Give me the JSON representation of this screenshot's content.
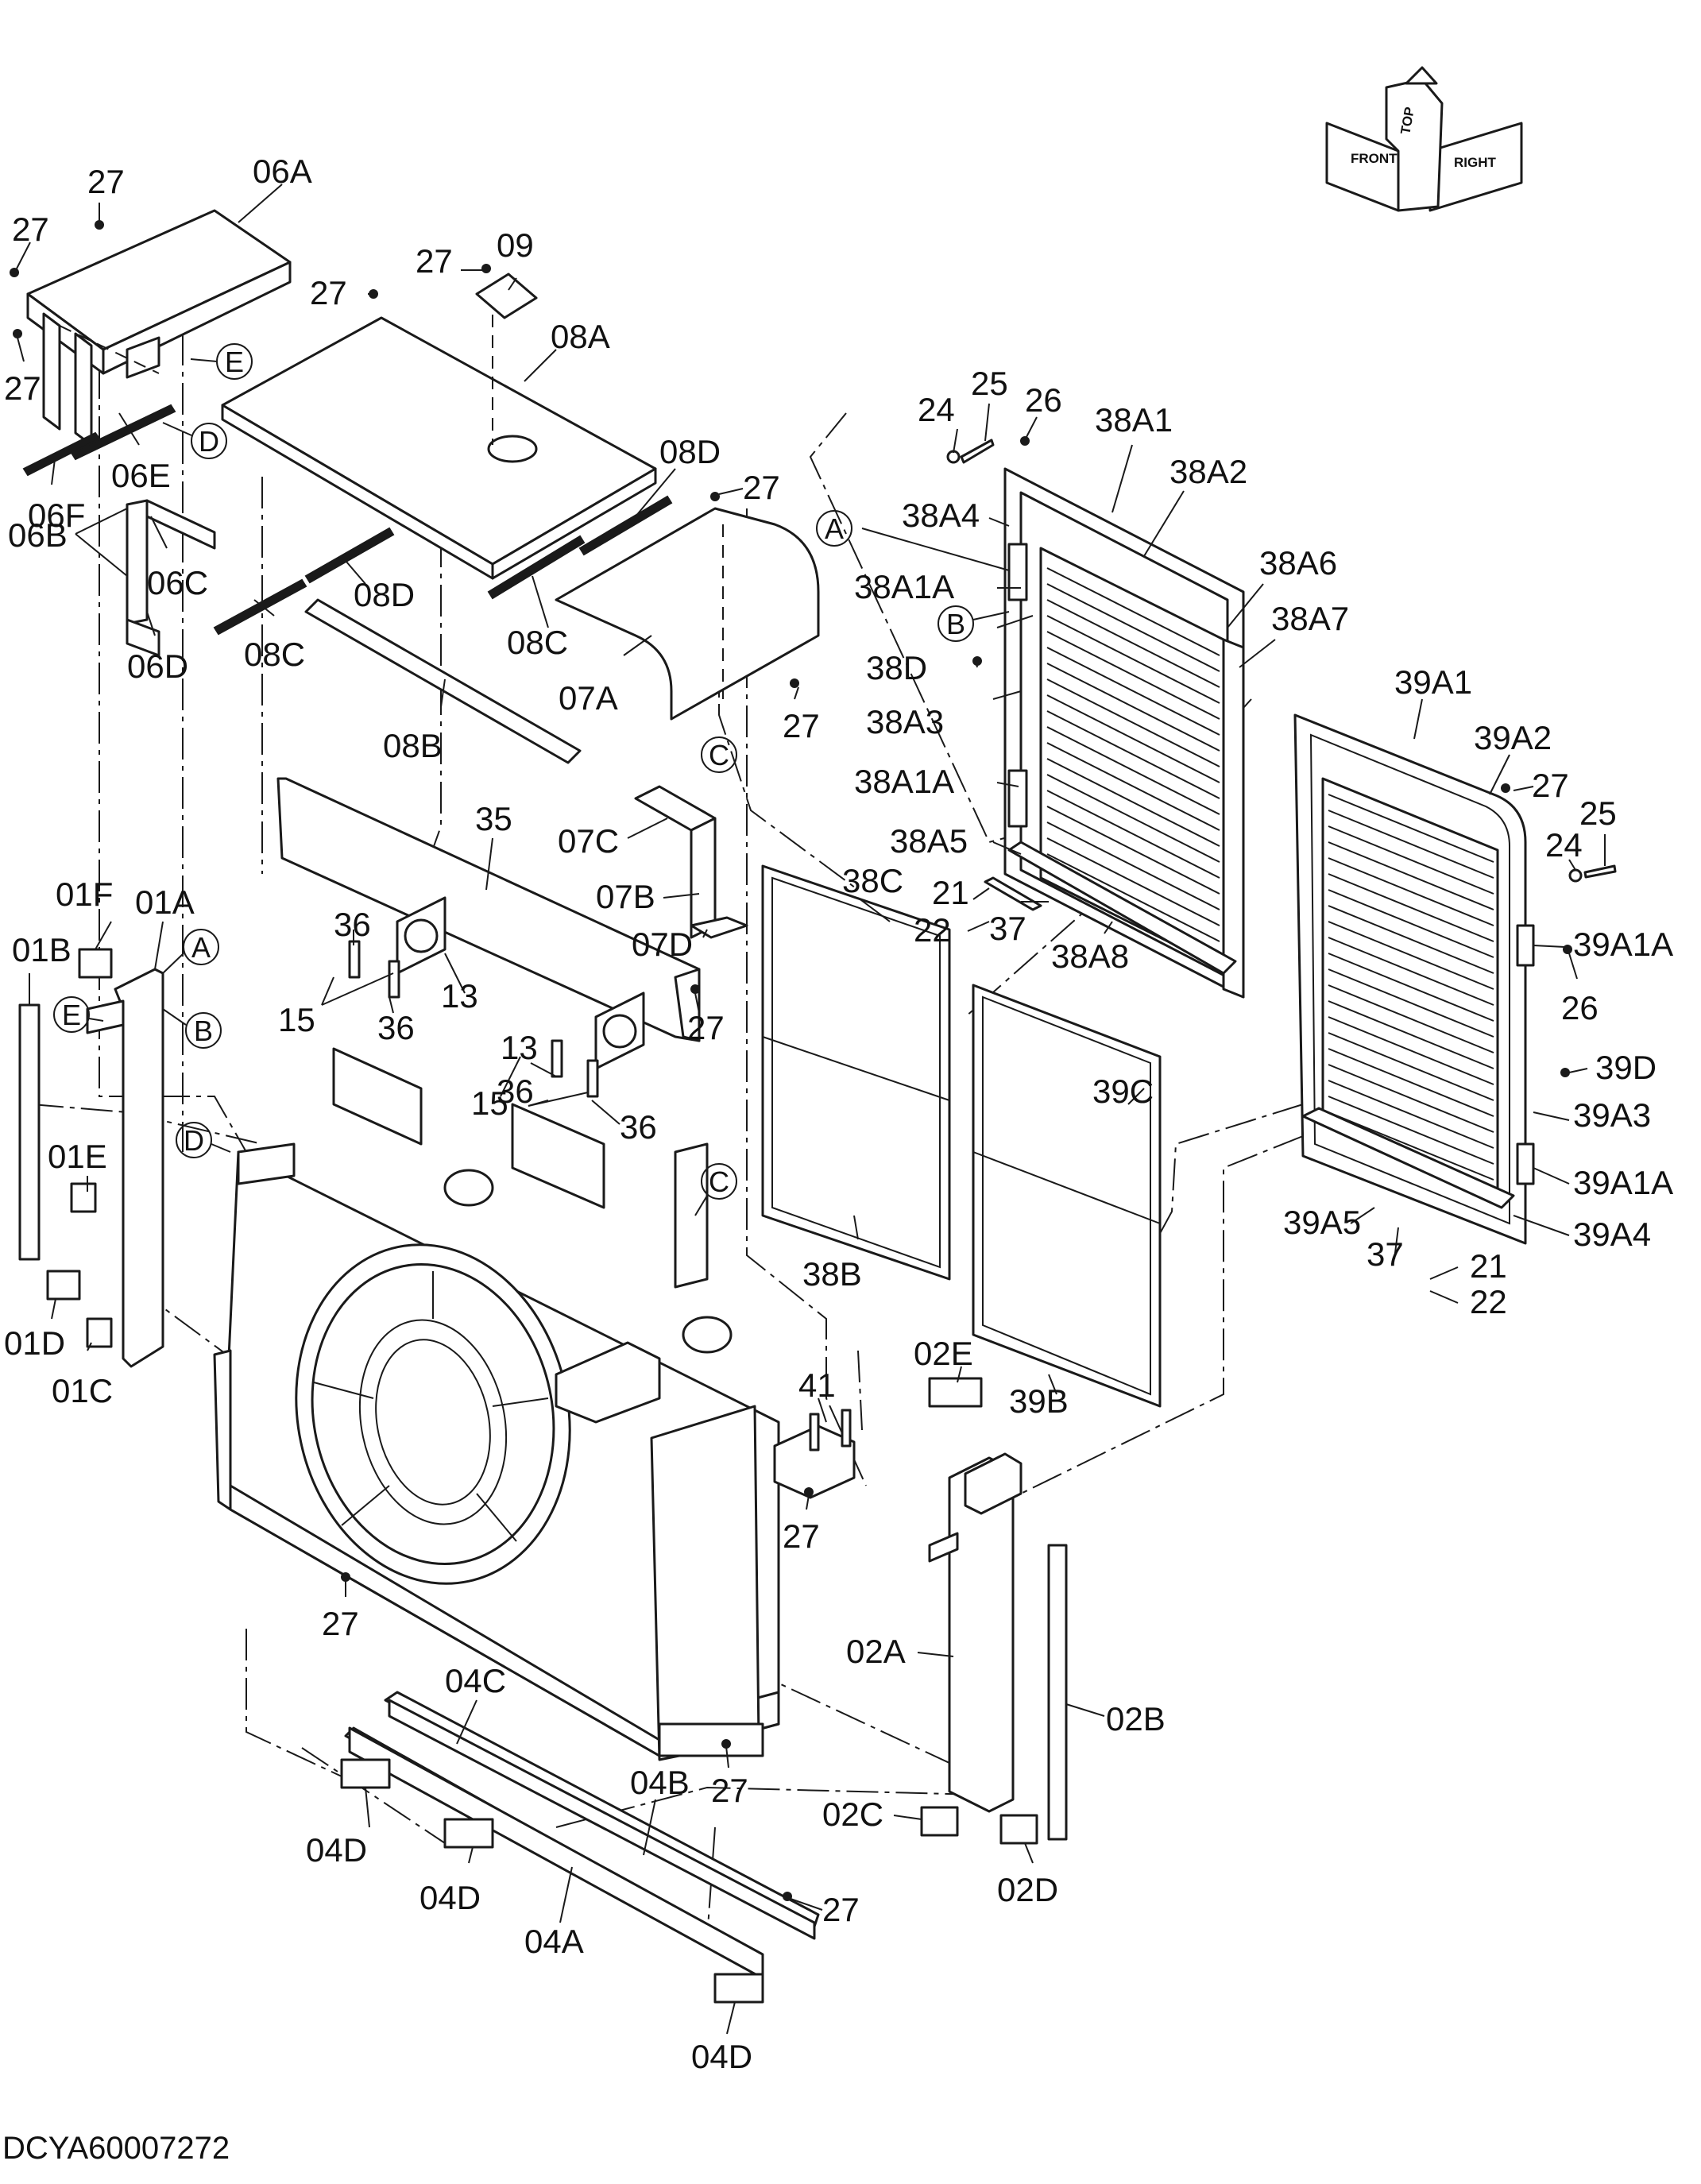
{
  "drawing_number": "DCYA60007272",
  "orientation": {
    "top": "TOP",
    "front": "FRONT",
    "right": "RIGHT"
  },
  "callouts": [
    {
      "id": "c1",
      "text": "27"
    },
    {
      "id": "c2",
      "text": "06A"
    },
    {
      "id": "c3",
      "text": "27"
    },
    {
      "id": "c4",
      "text": "27"
    },
    {
      "id": "c5",
      "text": "06F"
    },
    {
      "id": "c6",
      "text": "06E"
    },
    {
      "id": "c7",
      "text": "06B"
    },
    {
      "id": "c8",
      "text": "06C"
    },
    {
      "id": "c9",
      "text": "06D"
    },
    {
      "id": "c10",
      "text": "27"
    },
    {
      "id": "c11",
      "text": "09"
    },
    {
      "id": "c12",
      "text": "27"
    },
    {
      "id": "c13",
      "text": "08A"
    },
    {
      "id": "c14",
      "text": "08D"
    },
    {
      "id": "c15",
      "text": "27"
    },
    {
      "id": "c16",
      "text": "08D"
    },
    {
      "id": "c17",
      "text": "08C"
    },
    {
      "id": "c18",
      "text": "08C"
    },
    {
      "id": "c19",
      "text": "07A"
    },
    {
      "id": "c20",
      "text": "27"
    },
    {
      "id": "c21",
      "text": "08B"
    },
    {
      "id": "c22",
      "text": "35"
    },
    {
      "id": "c23",
      "text": "07C"
    },
    {
      "id": "c24",
      "text": "07B"
    },
    {
      "id": "c25",
      "text": "07D"
    },
    {
      "id": "c26",
      "text": "01F"
    },
    {
      "id": "c27",
      "text": "01A"
    },
    {
      "id": "c28",
      "text": "01B"
    },
    {
      "id": "c29",
      "text": "36"
    },
    {
      "id": "c30",
      "text": "15"
    },
    {
      "id": "c31",
      "text": "13"
    },
    {
      "id": "c32",
      "text": "36"
    },
    {
      "id": "c33",
      "text": "27"
    },
    {
      "id": "c34",
      "text": "13"
    },
    {
      "id": "c35",
      "text": "36"
    },
    {
      "id": "c36",
      "text": "15"
    },
    {
      "id": "c37",
      "text": "36"
    },
    {
      "id": "c38",
      "text": "01E"
    },
    {
      "id": "c39",
      "text": "01D"
    },
    {
      "id": "c40",
      "text": "01C"
    },
    {
      "id": "c41",
      "text": "24"
    },
    {
      "id": "c42",
      "text": "25"
    },
    {
      "id": "c43",
      "text": "26"
    },
    {
      "id": "c44",
      "text": "38A1"
    },
    {
      "id": "c45",
      "text": "38A2"
    },
    {
      "id": "c46",
      "text": "38A4"
    },
    {
      "id": "c47",
      "text": "38A1A"
    },
    {
      "id": "c48",
      "text": "38A6"
    },
    {
      "id": "c49",
      "text": "38A7"
    },
    {
      "id": "c50",
      "text": "38D"
    },
    {
      "id": "c51",
      "text": "38A3"
    },
    {
      "id": "c52",
      "text": "38A1A"
    },
    {
      "id": "c53",
      "text": "38A5"
    },
    {
      "id": "c54",
      "text": "38C"
    },
    {
      "id": "c55",
      "text": "21"
    },
    {
      "id": "c56",
      "text": "22"
    },
    {
      "id": "c57",
      "text": "37"
    },
    {
      "id": "c58",
      "text": "38A8"
    },
    {
      "id": "c59",
      "text": "38B"
    },
    {
      "id": "c60",
      "text": "39A1"
    },
    {
      "id": "c61",
      "text": "39A2"
    },
    {
      "id": "c62",
      "text": "27"
    },
    {
      "id": "c63",
      "text": "25"
    },
    {
      "id": "c64",
      "text": "24"
    },
    {
      "id": "c65",
      "text": "39A1A"
    },
    {
      "id": "c66",
      "text": "26"
    },
    {
      "id": "c67",
      "text": "39D"
    },
    {
      "id": "c68",
      "text": "39A3"
    },
    {
      "id": "c69",
      "text": "39A1A"
    },
    {
      "id": "c70",
      "text": "39A5"
    },
    {
      "id": "c71",
      "text": "39A4"
    },
    {
      "id": "c72",
      "text": "37"
    },
    {
      "id": "c73",
      "text": "21"
    },
    {
      "id": "c74",
      "text": "22"
    },
    {
      "id": "c75",
      "text": "39C"
    },
    {
      "id": "c76",
      "text": "39B"
    },
    {
      "id": "c77",
      "text": "02E"
    },
    {
      "id": "c78",
      "text": "41"
    },
    {
      "id": "c79",
      "text": "27"
    },
    {
      "id": "c80",
      "text": "27"
    },
    {
      "id": "c81",
      "text": "02A"
    },
    {
      "id": "c82",
      "text": "02B"
    },
    {
      "id": "c83",
      "text": "04C"
    },
    {
      "id": "c84",
      "text": "04B"
    },
    {
      "id": "c85",
      "text": "27"
    },
    {
      "id": "c86",
      "text": "02C"
    },
    {
      "id": "c87",
      "text": "02D"
    },
    {
      "id": "c88",
      "text": "04D"
    },
    {
      "id": "c89",
      "text": "04D"
    },
    {
      "id": "c90",
      "text": "04A"
    },
    {
      "id": "c91",
      "text": "27"
    },
    {
      "id": "c92",
      "text": "04D"
    }
  ],
  "reference_marks": [
    {
      "id": "r1",
      "text": "E"
    },
    {
      "id": "r2",
      "text": "D"
    },
    {
      "id": "r3",
      "text": "A"
    },
    {
      "id": "r4",
      "text": "B"
    },
    {
      "id": "r5",
      "text": "C"
    },
    {
      "id": "r6",
      "text": "A"
    },
    {
      "id": "r7",
      "text": "E"
    },
    {
      "id": "r8",
      "text": "B"
    },
    {
      "id": "r9",
      "text": "D"
    },
    {
      "id": "r10",
      "text": "C"
    }
  ]
}
